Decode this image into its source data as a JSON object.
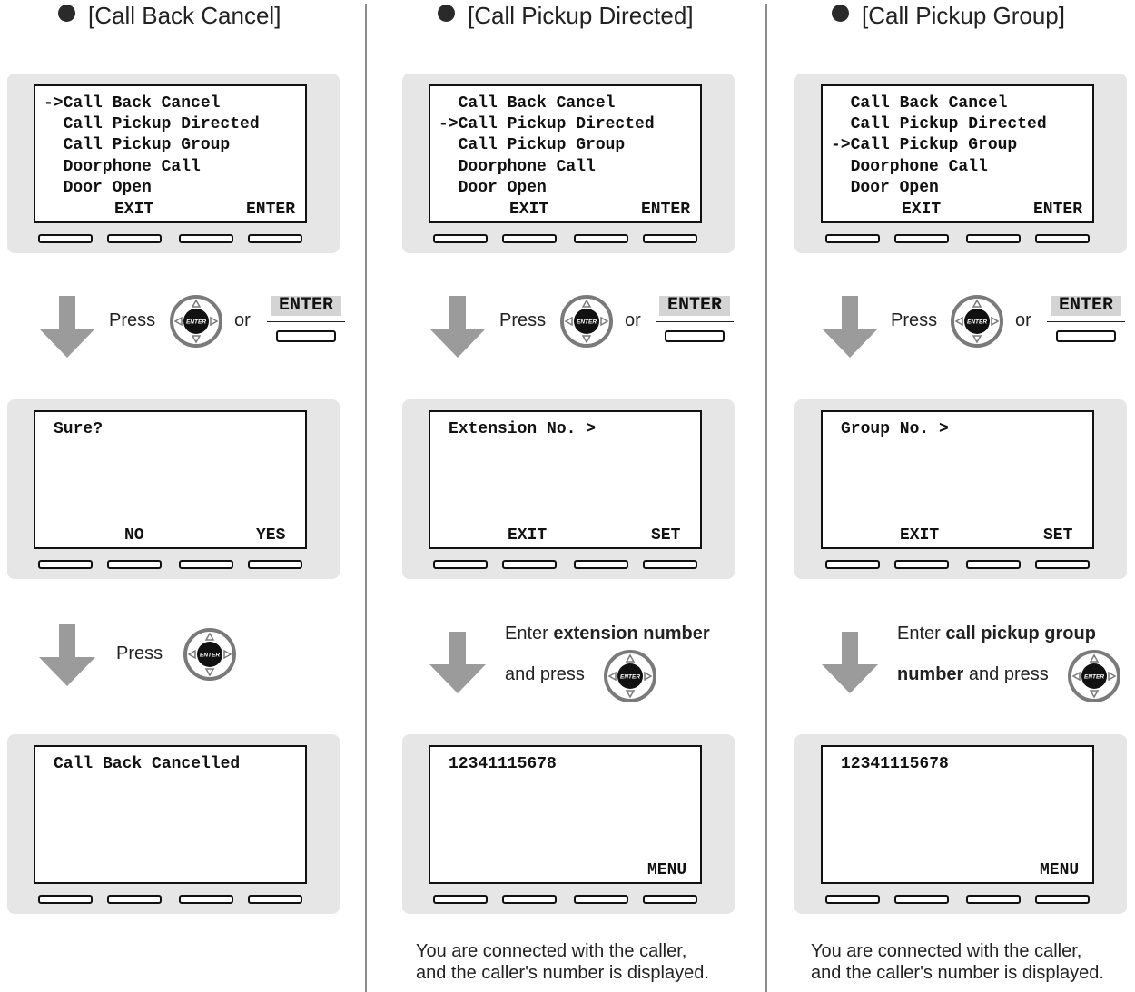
{
  "columns": [
    {
      "title": "[Call Back Cancel]",
      "menu_lines": [
        "->Call Back Cancel",
        "  Call Pickup Directed",
        "  Call Pickup Group",
        "  Doorphone Call",
        "  Door Open"
      ],
      "menu_softkeys": {
        "left": "EXIT",
        "right": "ENTER"
      },
      "step1": {
        "press": "Press",
        "or": "or",
        "enter_key": "ENTER"
      },
      "screen2": {
        "line": "Sure?",
        "softkeys": {
          "left": "NO",
          "right": "YES"
        }
      },
      "step2": {
        "press": "Press"
      },
      "screen3": {
        "line": "Call Back Cancelled",
        "softkey_right": ""
      }
    },
    {
      "title": "[Call Pickup Directed]",
      "menu_lines": [
        "  Call Back Cancel",
        "->Call Pickup Directed",
        "  Call Pickup Group",
        "  Doorphone Call",
        "  Door Open"
      ],
      "menu_softkeys": {
        "left": "EXIT",
        "right": "ENTER"
      },
      "step1": {
        "press": "Press",
        "or": "or",
        "enter_key": "ENTER"
      },
      "screen2": {
        "line": "Extension No. >",
        "softkeys": {
          "left": "EXIT",
          "right": "SET"
        }
      },
      "step2": {
        "prefix": "Enter ",
        "bold": "extension number",
        "line2": "and press"
      },
      "screen3": {
        "line": "12341115678",
        "softkey_right": "MENU"
      },
      "note": [
        "You are connected with the caller,",
        "and the caller's number is displayed."
      ]
    },
    {
      "title": "[Call Pickup Group]",
      "menu_lines": [
        "  Call Back Cancel",
        "  Call Pickup Directed",
        "->Call Pickup Group",
        "  Doorphone Call",
        "  Door Open"
      ],
      "menu_softkeys": {
        "left": "EXIT",
        "right": "ENTER"
      },
      "step1": {
        "press": "Press",
        "or": "or",
        "enter_key": "ENTER"
      },
      "screen2": {
        "line": "Group No. >",
        "softkeys": {
          "left": "EXIT",
          "right": "SET"
        }
      },
      "step2": {
        "prefix": "Enter ",
        "bold": "call pickup group",
        "bold2": "number",
        "suffix2": " and press"
      },
      "screen3": {
        "line": "12341115678",
        "softkey_right": "MENU"
      },
      "note": [
        "You are connected with the caller,",
        "and the caller's number is displayed."
      ]
    }
  ],
  "nav_key_label": "ENTER",
  "colors": {
    "panel": "#e6e6e6",
    "arrow": "#9b9b9b",
    "divider": "#8c8c8c",
    "enter_label_bg": "#d4d4d4"
  }
}
